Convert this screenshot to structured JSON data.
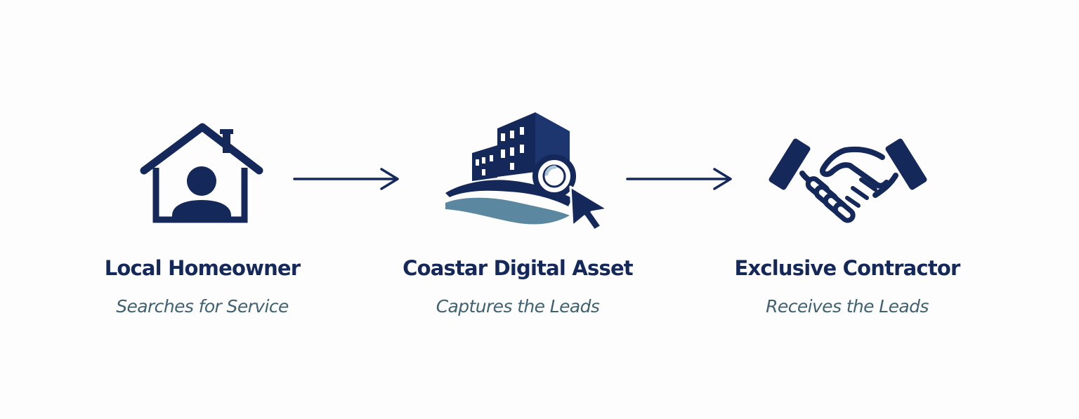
{
  "colors": {
    "navy": "#14285a",
    "slate_teal": "#3f6170",
    "wave_blue": "#5b88a0",
    "lens_highlight": "#a9c6d8",
    "background": "#fdfdfe"
  },
  "steps": [
    {
      "icon": "house-with-person-icon",
      "title": "Local Homeowner",
      "subtitle": "Searches for Service"
    },
    {
      "icon": "building-search-icon",
      "title": "Coastar Digital Asset",
      "subtitle": "Captures the Leads"
    },
    {
      "icon": "handshake-icon",
      "title": "Exclusive Contractor",
      "subtitle": "Receives the Leads"
    }
  ],
  "connectors": [
    {
      "icon": "right-arrow-icon",
      "from": "Local Homeowner",
      "to": "Coastar Digital Asset"
    },
    {
      "icon": "right-arrow-icon",
      "from": "Coastar Digital Asset",
      "to": "Exclusive Contractor"
    }
  ]
}
